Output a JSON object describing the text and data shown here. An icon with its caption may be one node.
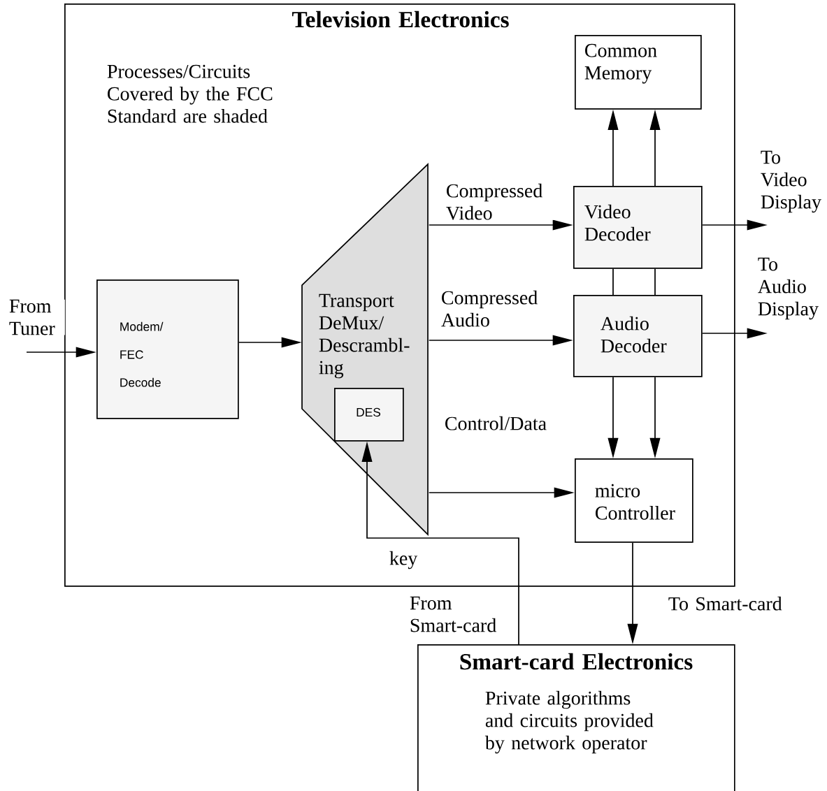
{
  "diagram": {
    "nodes": [
      {
        "text": [
          "Television Electronics",
          "Processes/Circuits Covered by the FCC Standard are shaded"
        ]
      },
      {
        "text": [
          "Modem/ FEC Decode"
        ],
        "in": 0
      },
      {
        "text": [
          "Transport DeMux/ Descrambl- ing"
        ],
        "in": 0
      },
      {
        "text": [
          "DES"
        ],
        "in": 2
      },
      {
        "text": [
          "Common Memory"
        ],
        "in": 0
      },
      {
        "text": [
          "Video Decoder"
        ],
        "in": 0
      },
      {
        "text": [
          "Audio Decoder"
        ],
        "in": 0
      },
      {
        "text": [
          "micro Controller"
        ],
        "in": 0
      },
      {
        "text": [
          "Smart-card Electronics",
          "Private algorithms and circuits provided by network operator"
        ]
      }
    ],
    "edges": [
      {
        "from": null,
        "to": 1,
        "arrow": "to",
        "label": "From Tuner"
      },
      {
        "from": 1,
        "to": 2,
        "arrow": "to"
      },
      {
        "from": 2,
        "to": 5,
        "arrow": "to",
        "label": "Compressed Video"
      },
      {
        "from": 2,
        "to": 6,
        "arrow": "to",
        "label": "Compressed Audio"
      },
      {
        "from": 2,
        "to": 7,
        "arrow": "to",
        "label": "Control/Data"
      },
      {
        "from": 5,
        "to": 4,
        "arrow": "to"
      },
      {
        "from": 5,
        "to": 4,
        "arrow": "to"
      },
      {
        "from": 6,
        "to": 5,
        "arrow": "none"
      },
      {
        "from": 6,
        "to": 5,
        "arrow": "none"
      },
      {
        "from": 6,
        "to": 7,
        "arrow": "to"
      },
      {
        "from": 6,
        "to": 7,
        "arrow": "to"
      },
      {
        "from": 5,
        "to": null,
        "arrow": "to",
        "label": "To Video Display"
      },
      {
        "from": 6,
        "to": null,
        "arrow": "to",
        "label": "To Audio Display"
      },
      {
        "from": 7,
        "to": 8,
        "arrow": "to",
        "label": "To Smart-card"
      },
      {
        "from": 8,
        "to": 3,
        "arrow": "to",
        "label": "key"
      }
    ],
    "labels": [
      "From Smart-card"
    ]
  }
}
